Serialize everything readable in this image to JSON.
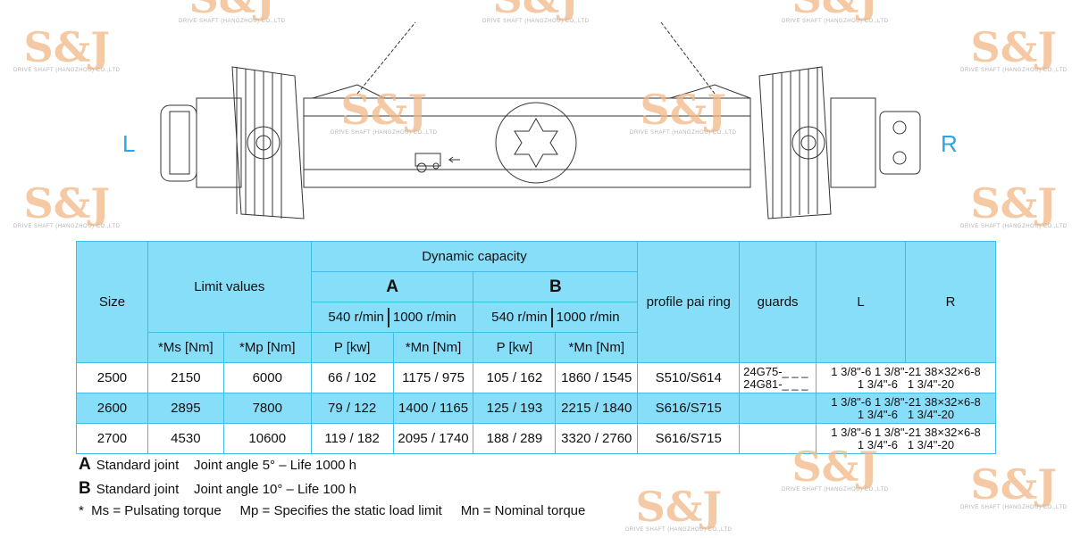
{
  "side_labels": {
    "left": "L",
    "right": "R"
  },
  "watermark": {
    "logo": "S&J",
    "company": "DRIVE SHAFT (HANGZHOU) CO.,LTD"
  },
  "table": {
    "headers": {
      "size": "Size",
      "limit": "Limit values",
      "dynamic": "Dynamic capacity",
      "a": "A",
      "b": "B",
      "rpm540": "540 r/min",
      "rpm1000": "1000 r/min",
      "profile": "profile pai ring",
      "guards": "guards",
      "l": "L",
      "r": "R",
      "ms": "*Ms [Nm]",
      "mp": "*Mp [Nm]",
      "p": "P [kw]",
      "mn": "*Mn [Nm]"
    },
    "rows": [
      {
        "size": "2500",
        "ms": "2150",
        "mp": "6000",
        "a_p": "66 / 102",
        "a_mn": "1175 / 975",
        "b_p": "105 / 162",
        "b_mn": "1860 / 1545",
        "profile": "S510/S614",
        "guards1": "24G75-_ _ _",
        "guards2": "24G81-_ _ _",
        "lr1": "1 3/8\"-6 1 3/8\"-21 38×32×6-8",
        "lr2": "1 3/4\"-6   1 3/4\"-20"
      },
      {
        "size": "2600",
        "ms": "2895",
        "mp": "7800",
        "a_p": "79 / 122",
        "a_mn": "1400 / 1165",
        "b_p": "125 / 193",
        "b_mn": "2215 / 1840",
        "profile": "S616/S715",
        "guards1": "",
        "guards2": "",
        "lr1": "1 3/8\"-6 1 3/8\"-21 38×32×6-8",
        "lr2": "1 3/4\"-6   1 3/4\"-20"
      },
      {
        "size": "2700",
        "ms": "4530",
        "mp": "10600",
        "a_p": "119 / 182",
        "a_mn": "2095 / 1740",
        "b_p": "188 / 289",
        "b_mn": "3320 / 2760",
        "profile": "S616/S715",
        "guards1": "",
        "guards2": "",
        "lr1": "1 3/8\"-6 1 3/8\"-21 38×32×6-8",
        "lr2": "1 3/4\"-6   1 3/4\"-20"
      }
    ]
  },
  "legend": {
    "a_letter": "A",
    "a_text": "Standard joint    Joint angle 5° – Life 1000 h",
    "b_letter": "B",
    "b_text": "Standard joint    Joint angle 10° – Life 100 h",
    "note": "*  Ms = Pulsating torque     Mp = Specifies the static load limit     Mn = Nominal torque"
  },
  "colors": {
    "header_bg": "#86def9",
    "border": "#3fbde8",
    "side_label": "#2aa6e0",
    "watermark": "#f1b785"
  }
}
